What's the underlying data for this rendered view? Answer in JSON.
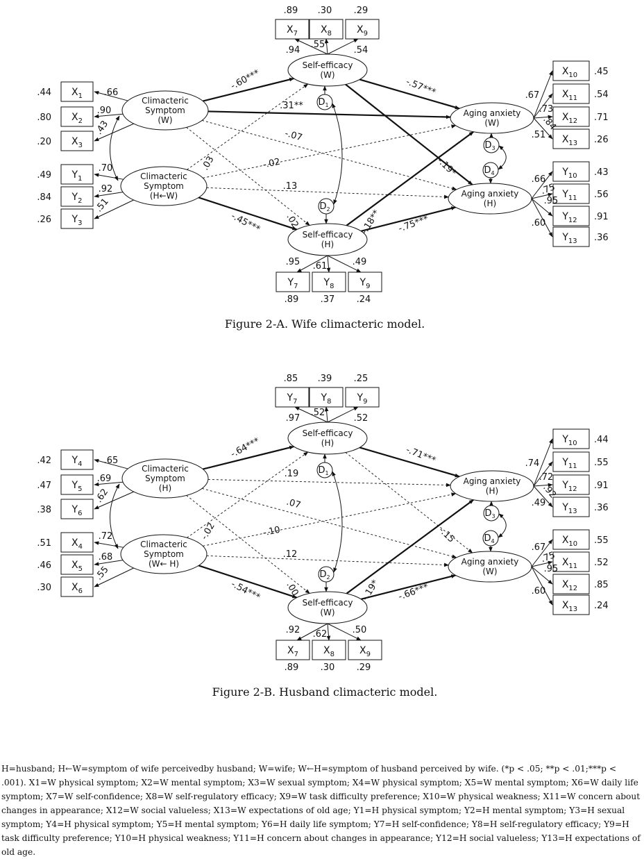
{
  "figures": [
    {
      "id": "A",
      "caption": "Figure 2-A. Wife climacteric model.",
      "boxes": {
        "top": [
          {
            "label": "X",
            "sub": "7",
            "r2": ".89"
          },
          {
            "label": "X",
            "sub": "8",
            "r2": ".30"
          },
          {
            "label": "X",
            "sub": "9",
            "r2": ".29"
          }
        ],
        "bottom": [
          {
            "label": "Y",
            "sub": "7",
            "r2": ".89"
          },
          {
            "label": "Y",
            "sub": "8",
            "r2": ".37"
          },
          {
            "label": "Y",
            "sub": "9",
            "r2": ".24"
          }
        ],
        "left1": [
          {
            "label": "X",
            "sub": "1",
            "r2": ".44"
          },
          {
            "label": "X",
            "sub": "2",
            "r2": ".80"
          },
          {
            "label": "X",
            "sub": "3",
            "r2": ".20"
          }
        ],
        "left2": [
          {
            "label": "Y",
            "sub": "1",
            "r2": ".49"
          },
          {
            "label": "Y",
            "sub": "2",
            "r2": ".84"
          },
          {
            "label": "Y",
            "sub": "3",
            "r2": ".26"
          }
        ],
        "right1": [
          {
            "label": "X",
            "sub": "10",
            "r2": ".45"
          },
          {
            "label": "X",
            "sub": "11",
            "r2": ".54"
          },
          {
            "label": "X",
            "sub": "12",
            "r2": ".71"
          },
          {
            "label": "X",
            "sub": "13",
            "r2": ".26"
          }
        ],
        "right2": [
          {
            "label": "Y",
            "sub": "10",
            "r2": ".43"
          },
          {
            "label": "Y",
            "sub": "11",
            "r2": ".56"
          },
          {
            "label": "Y",
            "sub": "12",
            "r2": ".91"
          },
          {
            "label": "Y",
            "sub": "13",
            "r2": ".36"
          }
        ]
      },
      "nodes": {
        "cs1": [
          "Climacteric",
          "Symptom",
          "(W)"
        ],
        "cs2": [
          "Climacteric",
          "Symptom",
          "(H←W)"
        ],
        "se1": [
          "Self-efficacy",
          "(W)"
        ],
        "se2": [
          "Self-efficacy",
          "(H)"
        ],
        "aa1": [
          "Aging anxiety",
          "(W)"
        ],
        "aa2": [
          "Aging anxiety",
          "(H)"
        ],
        "d1": "D1",
        "d2": "D2",
        "d3": "D3",
        "d4": "D4"
      },
      "loadings": {
        "top": [
          ".94",
          ".55",
          ".54"
        ],
        "bottom": [
          ".95",
          ".61",
          ".49"
        ],
        "left1": [
          ".66",
          ".90",
          ".43"
        ],
        "left2": [
          ".70",
          ".92",
          ".51"
        ],
        "right1": [
          ".67",
          ".73",
          ".84",
          ".51"
        ],
        "right2": [
          ".66",
          ".75",
          ".95",
          ".60"
        ]
      },
      "paths": [
        {
          "label": "-.60***",
          "sig": true
        },
        {
          "label": ".31**",
          "sig": true
        },
        {
          "label": "-.07",
          "sig": false
        },
        {
          "label": ".03",
          "sig": false
        },
        {
          "label": "-.02",
          "sig": false
        },
        {
          "label": ".13",
          "sig": false
        },
        {
          "label": ".02",
          "sig": false
        },
        {
          "label": "-.45***",
          "sig": true
        },
        {
          "label": "-.57***",
          "sig": true
        },
        {
          "label": "-.19*",
          "sig": true
        },
        {
          "label": "-.18**",
          "sig": true
        },
        {
          "label": "-.75***",
          "sig": true
        }
      ]
    },
    {
      "id": "B",
      "caption": "Figure 2-B. Husband climacteric model.",
      "boxes": {
        "top": [
          {
            "label": "Y",
            "sub": "7",
            "r2": ".85"
          },
          {
            "label": "Y",
            "sub": "8",
            "r2": ".39"
          },
          {
            "label": "Y",
            "sub": "9",
            "r2": ".25"
          }
        ],
        "bottom": [
          {
            "label": "X",
            "sub": "7",
            "r2": ".89"
          },
          {
            "label": "X",
            "sub": "8",
            "r2": ".30"
          },
          {
            "label": "X",
            "sub": "9",
            "r2": ".29"
          }
        ],
        "left1": [
          {
            "label": "Y",
            "sub": "4",
            "r2": ".42"
          },
          {
            "label": "Y",
            "sub": "5",
            "r2": ".47"
          },
          {
            "label": "Y",
            "sub": "6",
            "r2": ".38"
          }
        ],
        "left2": [
          {
            "label": "X",
            "sub": "4",
            "r2": ".51"
          },
          {
            "label": "X",
            "sub": "5",
            "r2": ".46"
          },
          {
            "label": "X",
            "sub": "6",
            "r2": ".30"
          }
        ],
        "right1": [
          {
            "label": "Y",
            "sub": "10",
            "r2": ".44"
          },
          {
            "label": "Y",
            "sub": "11",
            "r2": ".55"
          },
          {
            "label": "Y",
            "sub": "12",
            "r2": ".91"
          },
          {
            "label": "Y",
            "sub": "13",
            "r2": ".36"
          }
        ],
        "right2": [
          {
            "label": "X",
            "sub": "10",
            "r2": ".55"
          },
          {
            "label": "X",
            "sub": "11",
            "r2": ".52"
          },
          {
            "label": "X",
            "sub": "12",
            "r2": ".85"
          },
          {
            "label": "X",
            "sub": "13",
            "r2": ".24"
          }
        ]
      },
      "nodes": {
        "cs1": [
          "Climacteric",
          "Symptom",
          "(H)"
        ],
        "cs2": [
          "Climacteric",
          "Symptom",
          "(W← H)"
        ],
        "se1": [
          "Self-efficacy",
          "(H)"
        ],
        "se2": [
          "Self-efficacy",
          "(W)"
        ],
        "aa1": [
          "Aging anxiety",
          "(H)"
        ],
        "aa2": [
          "Aging anxiety",
          "(W)"
        ],
        "d1": "D1",
        "d2": "D2",
        "d3": "D3",
        "d4": "D4"
      },
      "loadings": {
        "top": [
          ".97",
          ".52",
          ".52"
        ],
        "bottom": [
          ".92",
          ".62",
          ".50"
        ],
        "left1": [
          ".65",
          ".69",
          ".62"
        ],
        "left2": [
          ".72",
          ".68",
          ".55"
        ],
        "right1": [
          ".74",
          ".72",
          ".92",
          ".49"
        ],
        "right2": [
          ".67",
          ".75",
          ".95",
          ".60"
        ]
      },
      "paths": [
        {
          "label": "-.64***",
          "sig": true
        },
        {
          "label": ".19",
          "sig": false
        },
        {
          "label": ".07",
          "sig": false
        },
        {
          "label": "-.02",
          "sig": false
        },
        {
          "label": "-.10",
          "sig": false
        },
        {
          "label": ".12",
          "sig": false
        },
        {
          "label": ".00",
          "sig": false
        },
        {
          "label": "-.54***",
          "sig": true
        },
        {
          "label": "-.71***",
          "sig": true
        },
        {
          "label": "-.15",
          "sig": false
        },
        {
          "label": "-.19*",
          "sig": true
        },
        {
          "label": "-.66***",
          "sig": true
        }
      ]
    }
  ],
  "footnote": "H=husband; H←W=symptom of wife perceivedby husband; W=wife; W←H=symptom of husband perceived by wife. (*p < .05; **p < .01;***p < .001). X1=W physical symptom; X2=W mental symptom; X3=W sexual symptom; X4=W physical symptom; X5=W mental symptom; X6=W daily life symptom; X7=W self-confidence; X8=W self-regulatory efficacy; X9=W task difficulty preference; X10=W physical weakness; X11=W concern about changes in appearance; X12=W social valueless; X13=W expectations of old age; Y1=H physical symptom; Y2=H mental symptom; Y3=H sexual symptom; Y4=H physical symptom; Y5=H mental symptom; Y6=H daily life symptom; Y7=H self-confidence; Y8=H self-regulatory efficacy; Y9=H task difficulty preference; Y10=H physical weakness; Y11=H concern about changes in appearance; Y12=H social valueless; Y13=H expectations of old age."
}
